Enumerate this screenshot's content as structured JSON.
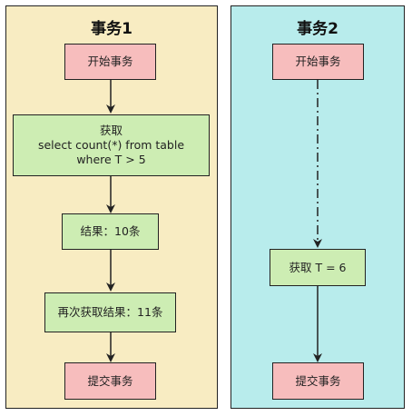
{
  "panels": {
    "left": {
      "title": "事务1",
      "background": "#f8ecc2"
    },
    "right": {
      "title": "事务2",
      "background": "#b8ecec"
    }
  },
  "left_nodes": {
    "start": "开始事务",
    "fetch": [
      "获取",
      "select count(*) from table",
      "where T > 5"
    ],
    "result": "结果：10条",
    "refetch": "再次获取结果：11条",
    "commit": "提交事务"
  },
  "right_nodes": {
    "start": "开始事务",
    "fetch": "获取 T = 6",
    "commit": "提交事务"
  },
  "colors": {
    "start_end_node": "#f7bdbd",
    "process_node": "#cdedb3",
    "stroke": "#222222"
  }
}
